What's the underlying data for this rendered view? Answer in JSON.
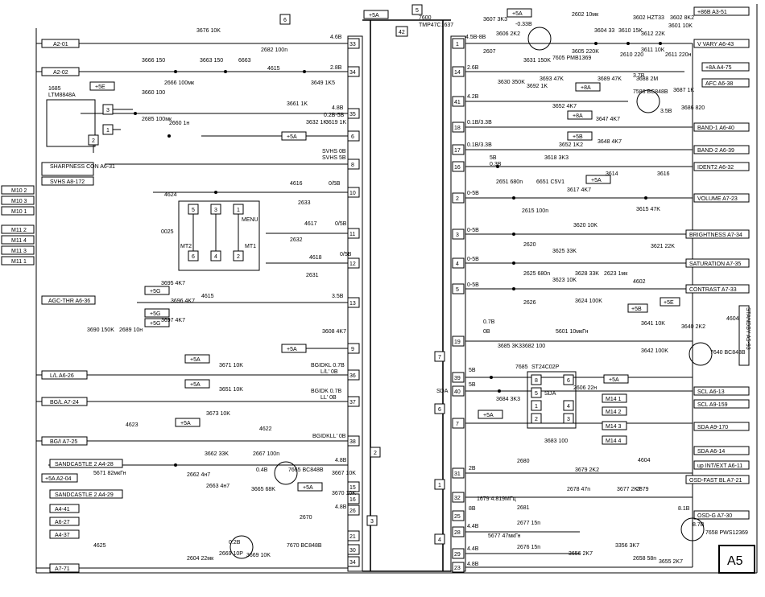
{
  "page_label": "A5",
  "ic_main": {
    "ref": "7600",
    "part": "TMP47C1637",
    "ref_part": "7600\nTMP47C1637"
  },
  "ic_eeprom": {
    "ref": "7685",
    "part": "ST24C02P"
  },
  "ir_receiver": {
    "ref": "1685",
    "part": "LTM8848A"
  },
  "callouts": [
    "1",
    "2",
    "3",
    "4",
    "5",
    "6",
    "7"
  ],
  "connectors_left": [
    "A2-01",
    "A2-02",
    "SHARPNESS CON A6-31",
    "SVHS A8-172",
    "M10 2",
    "M10 3",
    "M10 1",
    "M11 2",
    "M11 4",
    "M11 3",
    "M11 1",
    "AGC-THR A6-36",
    "L/L A6-26",
    "BG/L A7-24",
    "BG/I A7-25",
    "SANDCASTLE 2 A4-28",
    "+5A A2-04",
    "SANDCASTLE 2 A4-29",
    "A4-41",
    "A6-27",
    "A4-37",
    "A7-71"
  ],
  "connectors_right": [
    "+86B A3-51",
    "V VARY A6-43",
    "+8A A4-75",
    "AFC A6-38",
    "BAND-1 A6-40",
    "BAND-2 A6-39",
    "IDENT2 A6-32",
    "VOLUME A7-23",
    "BRIGHTNESS A7-34",
    "SATURATION A7-35",
    "CONTRAST A7-33",
    "STANDBY A5-93",
    "SCL A6-13",
    "SCL A9-159",
    "SDA A9-170",
    "SDA A6-14",
    "up INT/EXT A6-11",
    "OSD-FAST BL A7-21",
    "OSD-G A7-30"
  ],
  "supplies": [
    "+5A",
    "+5E",
    "+5G",
    "+8A",
    "+5B",
    "+5A"
  ],
  "pins_left": [
    "33",
    "34",
    "35",
    "6",
    "8",
    "10",
    "11",
    "12",
    "13",
    "9",
    "36",
    "37",
    "38",
    "15",
    "16",
    "26",
    "21",
    "30",
    "34"
  ],
  "pins_right": [
    "1",
    "14",
    "41",
    "18",
    "17",
    "16",
    "2",
    "3",
    "4",
    "5",
    "19",
    "39",
    "40",
    "7",
    "31",
    "32",
    "25",
    "28",
    "29",
    "23"
  ],
  "pin_42": "42",
  "voltage_labels": [
    "4.6B",
    "2.8B",
    "4.8B",
    "0.2B-5B",
    "SVHS 0B",
    "SVHS 5B",
    "0/5B",
    "0/5B",
    "0/5B",
    "3.5B",
    "BGIDKL 0.7B",
    "L/L' 0B",
    "BGIDK 0.7B",
    "LL' 0B",
    "BGIDKLL' 0B",
    "4.8B",
    "4.8B",
    "0.4B",
    "0.2B",
    "4.5B-8B",
    "2.6B",
    "4.2B",
    "0.1B/3.3B",
    "0.1B/3.3B",
    "0-5B",
    "0-5B",
    "0-5B",
    "0-5B",
    "5B",
    "5B",
    "2B",
    "4.4B",
    "4.4B",
    "4.8B",
    "8B",
    "3.7B",
    "3.5B",
    "8.1B",
    "8.7B",
    "0.7B",
    "0B",
    "SDA",
    "5B",
    "0.3B",
    "-0.33B"
  ],
  "components": [
    "3676 10K",
    "2682 100n",
    "3666 150",
    "3663 150",
    "6663",
    "4615",
    "2666 100мк",
    "3649 1K5",
    "3660 100",
    "2685 100мк",
    "2660 1н",
    "3661 1K",
    "3632 1K",
    "3619 1K",
    "4624",
    "4616",
    "2633",
    "4617",
    "2632",
    "4618",
    "2631",
    "3695 4K7",
    "3696 4K7",
    "3697 4K7",
    "4615",
    "3690 150K",
    "2689 10н",
    "3608 4K7",
    "3671 10K",
    "3651 10K",
    "4623",
    "3673 10K",
    "4622",
    "3662 33K",
    "2667 100n",
    "2662 4н7",
    "2663 4н7",
    "3665 68K",
    "7665 BC848B",
    "3667 10K",
    "3670 10K",
    "5671 82мкГн",
    "2670",
    "4625",
    "2604 22мк",
    "2669 10P",
    "3669 10K",
    "7670 BC848B",
    "3607 3K3",
    "3606 2K2",
    "2607",
    "7605 PMB1369",
    "3631 150K",
    "3630 350K",
    "3692 1K",
    "3693 47K",
    "2602 10мк",
    "3604 33",
    "3605 220K",
    "3610 15K",
    "3602 HZT33",
    "3612 22K",
    "3611 10K",
    "2610 220",
    "2611 220н",
    "3602 8K2",
    "3601 10K",
    "3689 47K",
    "3688 2M",
    "7586 BC848B",
    "3687 1K",
    "3686 820",
    "3652 4K7",
    "3647 4K7",
    "3652 1K2",
    "3648 4K7",
    "3618 3K3",
    "2651 680n",
    "6651 C5V1",
    "3614",
    "3616",
    "3617 4K7",
    "2615 100n",
    "3615 47K",
    "3620 10K",
    "2620",
    "3621 22K",
    "3625 33K",
    "2625 680n",
    "3628 33K",
    "2623 1мк",
    "3623 10K",
    "3624 100K",
    "2626",
    "4602",
    "3641 10K",
    "3640 2K2",
    "4604",
    "7640 BC848B",
    "5601 10мкГн",
    "3642 100K",
    "3685 3K3",
    "3682 100",
    "3684 3K3",
    "2606 22н",
    "3683 100",
    "2680",
    "4604",
    "3679 2K2",
    "2678 47n",
    "3677 2K7",
    "2879",
    "1679 4.819МГц",
    "2681",
    "2677 15n",
    "5677 47мкГн",
    "2676 15n",
    "3356 3K7",
    "2658 58n",
    "3656 2K7",
    "3655 2K7",
    "7658 PWS12369"
  ],
  "switch": {
    "label_menu": "MENU",
    "mt1": "MT1",
    "mt2": "MT2",
    "ref": "0025"
  },
  "eeprom_pins": [
    "8",
    "6",
    "5",
    "SDA",
    "1",
    "2",
    "3",
    "4"
  ],
  "m_boxes": [
    "M14 1",
    "M14 2",
    "M14 3",
    "M14 4"
  ],
  "misc": [
    "4604",
    "7",
    "6",
    "1",
    "2",
    "3",
    "4",
    "1685\nLTM8848A"
  ]
}
